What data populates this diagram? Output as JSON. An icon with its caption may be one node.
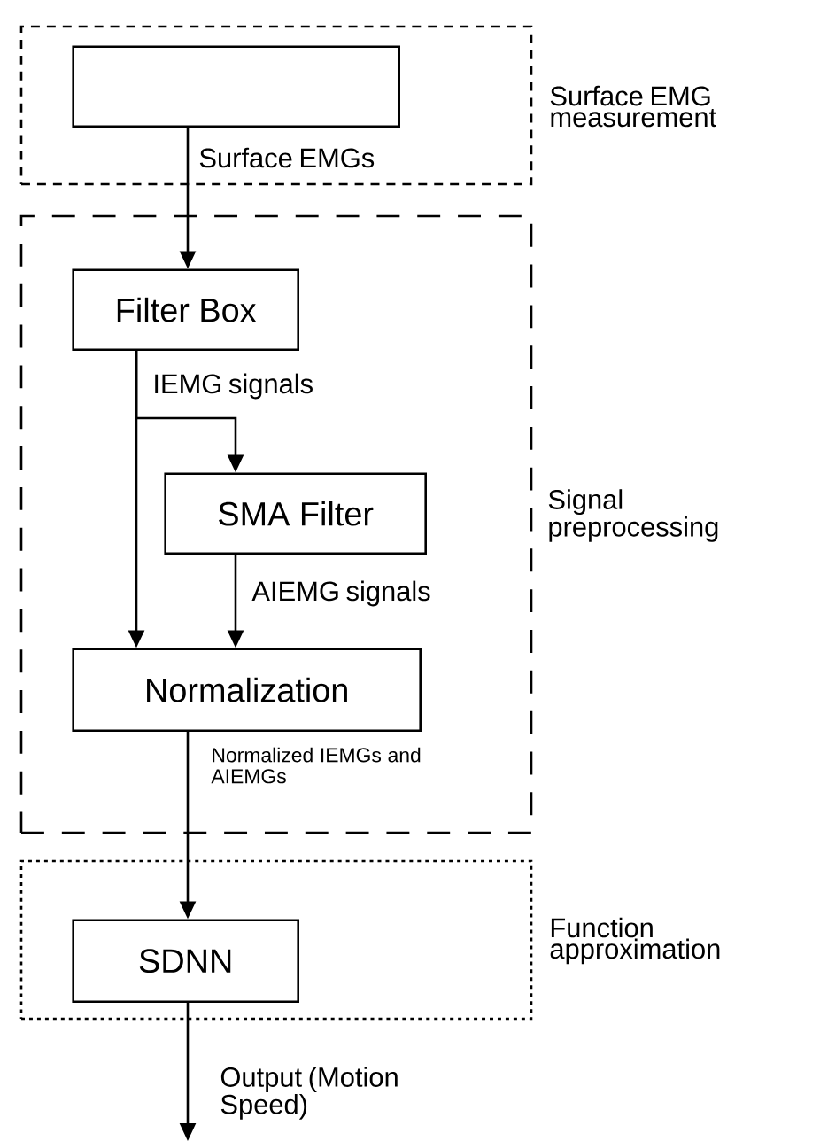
{
  "diagram": {
    "nodes": [
      {
        "text": [
          "Surface EMG measurement"
        ]
      },
      {
        "text": [],
        "shape": "box",
        "in": 0
      },
      {
        "text": [
          "Signal preprocessing"
        ]
      },
      {
        "text": [
          "Filter Box"
        ],
        "in": 2
      },
      {
        "text": [
          "SMA Filter"
        ],
        "in": 2
      },
      {
        "text": [
          "Normalization"
        ],
        "in": 2
      },
      {
        "text": [
          "Function approximation"
        ]
      },
      {
        "text": [
          "SDNN"
        ],
        "in": 6
      }
    ],
    "edges": [
      {
        "from": 1,
        "to": 3,
        "arrow": "to",
        "label": "Surface EMGs"
      },
      {
        "from": 3,
        "to": 4,
        "arrow": "to",
        "label": "IEMG signals"
      },
      {
        "from": 3,
        "to": 5,
        "arrow": "to"
      },
      {
        "from": 4,
        "to": 5,
        "arrow": "to",
        "label": "AIEMG signals"
      },
      {
        "from": 5,
        "to": 7,
        "arrow": "to",
        "label": "Normalized IEMGs and AIEMGs"
      },
      {
        "from": 7,
        "to": null,
        "arrow": "to",
        "label": "Output (Motion Speed)"
      }
    ]
  }
}
